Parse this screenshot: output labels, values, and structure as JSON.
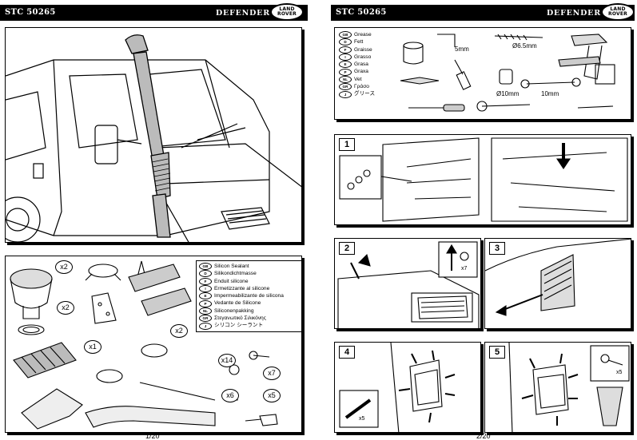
{
  "left_page": {
    "header": {
      "code": "STC 50265",
      "brand": "DEFENDER",
      "logo_line1": "LAND",
      "logo_line2": "ROVER"
    },
    "parts_legend": [
      {
        "code": "GB",
        "text": "Silicon Sealant"
      },
      {
        "code": "D",
        "text": "Silikondichtmasse"
      },
      {
        "code": "F",
        "text": "Enduit silicone"
      },
      {
        "code": "I",
        "text": "Ermetizzante al silicone"
      },
      {
        "code": "E",
        "text": "Impermeabilizante de silicona"
      },
      {
        "code": "P",
        "text": "Vedante de Silicone"
      },
      {
        "code": "NL",
        "text": "Siliconenpakking"
      },
      {
        "code": "GR",
        "text": "Στεγανωτικό Σιλικόνης"
      },
      {
        "code": "J",
        "text": "シリコン シーラント"
      }
    ],
    "quantities": {
      "q1": "x2",
      "q2": "x2",
      "q3": "x2",
      "q4": "x1",
      "q5": "x14",
      "q6": "x7",
      "q7": "x6",
      "q8": "x5"
    },
    "footer": "1/20"
  },
  "right_page": {
    "header": {
      "code": "STC 50265",
      "brand": "DEFENDER",
      "logo_line1": "LAND",
      "logo_line2": "ROVER"
    },
    "tools_legend": [
      {
        "code": "GB",
        "text": "Grease"
      },
      {
        "code": "D",
        "text": "Fett"
      },
      {
        "code": "F",
        "text": "Graisse"
      },
      {
        "code": "I",
        "text": "Grasso"
      },
      {
        "code": "E",
        "text": "Grasa"
      },
      {
        "code": "P",
        "text": "Graxa"
      },
      {
        "code": "NL",
        "text": "Vet"
      },
      {
        "code": "GR",
        "text": "Γράσο"
      },
      {
        "code": "J",
        "text": "グリース"
      }
    ],
    "tool_labels": {
      "hex_key": "5mm",
      "drill_bit": "Ø6.5mm",
      "socket": "Ø10mm",
      "spanner": "10mm"
    },
    "steps": {
      "s1": "1",
      "s2": "2",
      "s3": "3",
      "s4": "4",
      "s5": "5"
    },
    "step_qty": {
      "screw_x7": "x7",
      "pin_x5": "x5",
      "screw_x5": "x5"
    },
    "footer": "2/20"
  }
}
